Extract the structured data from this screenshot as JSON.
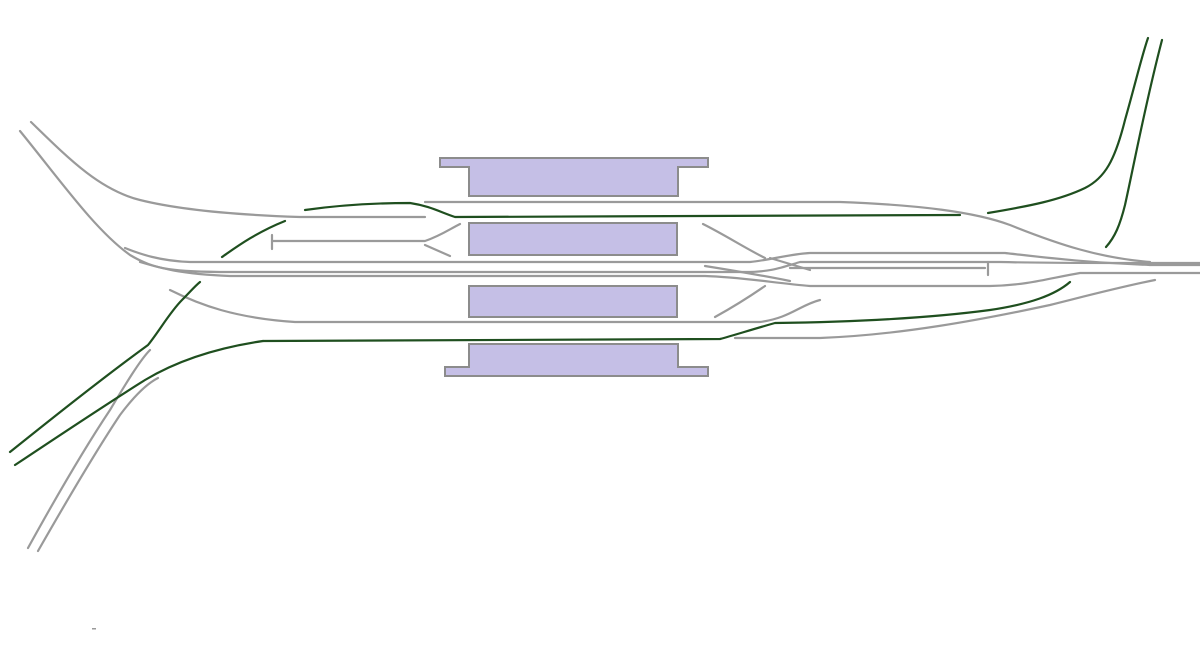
{
  "diagram": {
    "kind": "railway-station-track-layout",
    "colors": {
      "background": "#ffffff",
      "grey_track": "#9a9a9a",
      "green_track": "#1f4f1f",
      "platform_fill": "#c5bfe6",
      "platform_stroke": "#8c8c8c"
    },
    "platforms": [
      {
        "name": "platform-1-outer-north"
      },
      {
        "name": "platform-2-island"
      },
      {
        "name": "platform-3-island"
      },
      {
        "name": "platform-4-outer-south"
      }
    ],
    "track_groups": [
      {
        "name": "grey-tracks"
      },
      {
        "name": "green-tracks"
      }
    ]
  }
}
